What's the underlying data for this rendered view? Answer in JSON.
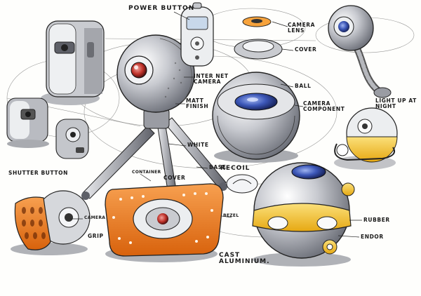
{
  "sketch": {
    "colors": {
      "ink": "#1a1a1a",
      "gray_marker": "#9a9ca3",
      "light_gray": "#cfd1d5",
      "orange": "#f07a1c",
      "yellow": "#f5c51e",
      "blue_lens": "#3c57b8",
      "red_lens": "#c0322a"
    },
    "labels": {
      "power_button": "POWER BUTTON",
      "camera_lens": "CAMERA LENS",
      "cover_top": "COVER",
      "ball": "BALL",
      "internet_camera": "INTER NET CAMERA",
      "matt_finish": "MATT FINISH",
      "camera_component": "CAMERA COMPONENT",
      "light_up_at_night": "LIGHT UP AT NIGHT",
      "white": "WHITE",
      "shutter_button": "SHUTTER BUTTON",
      "container": "CONTAINER",
      "cover_mid": "COVER",
      "base": "BASE",
      "recoil": "RECOIL",
      "camera_small": "CAMERA",
      "grip": "GRIP",
      "bezel": "BEZEL",
      "rubber": "RUBBER",
      "endor": "ENDOR",
      "cast_aluminium": "CAST ALUMINIUM."
    }
  }
}
